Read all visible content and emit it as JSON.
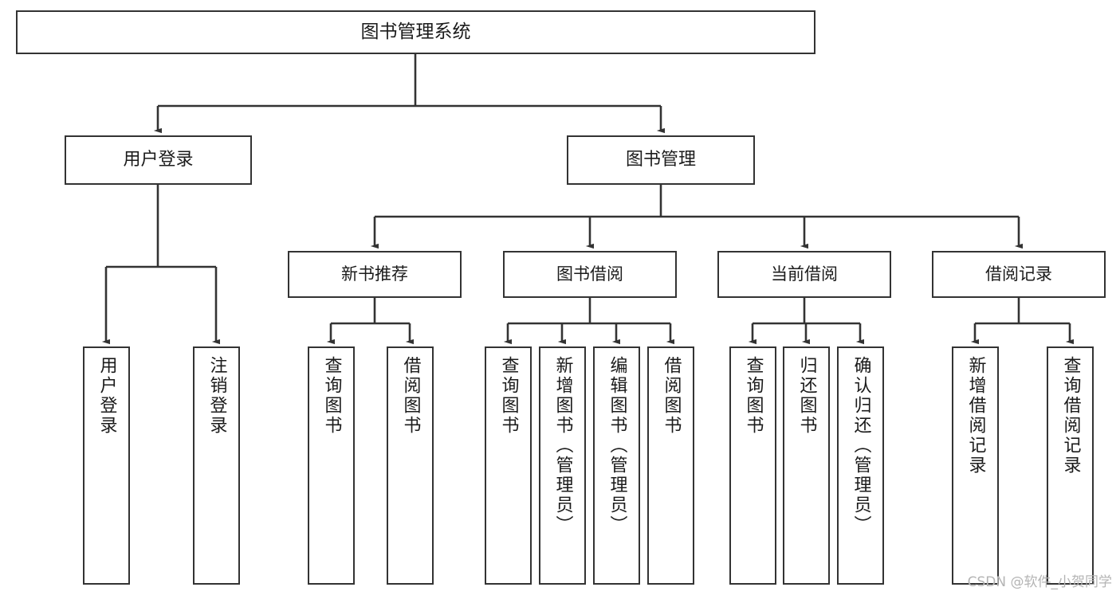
{
  "diagram": {
    "title": "图书管理系统",
    "type": "hierarchy-tree",
    "watermark": "CSDN @软件_小贺同学",
    "colors": {
      "box_border": "#333333",
      "box_fill": "#ffffff",
      "connector": "#333333",
      "text": "#1b1b1b",
      "watermark": "#b4b4b4",
      "background": "#ffffff"
    },
    "nodes": {
      "root": {
        "label": "图书管理系统"
      },
      "level2": [
        {
          "label": "用户登录"
        },
        {
          "label": "图书管理"
        }
      ],
      "level3": [
        {
          "label": "新书推荐"
        },
        {
          "label": "图书借阅"
        },
        {
          "label": "当前借阅"
        },
        {
          "label": "借阅记录"
        }
      ],
      "leaves_user_login": [
        {
          "label": "用户登录"
        },
        {
          "label": "注销登录"
        }
      ],
      "leaves_new_book": [
        {
          "label": "查询图书"
        },
        {
          "label": "借阅图书"
        }
      ],
      "leaves_borrow": [
        {
          "label": "查询图书"
        },
        {
          "label": "新增图书（管理员）"
        },
        {
          "label": "编辑图书（管理员）"
        },
        {
          "label": "借阅图书"
        }
      ],
      "leaves_current": [
        {
          "label": "查询图书"
        },
        {
          "label": "归还图书"
        },
        {
          "label": "确认归还（管理员）"
        }
      ],
      "leaves_record": [
        {
          "label": "新增借阅记录"
        },
        {
          "label": "查询借阅记录"
        }
      ]
    }
  }
}
